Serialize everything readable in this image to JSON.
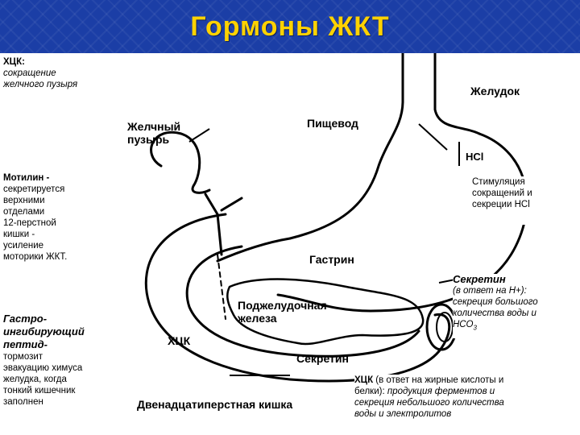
{
  "slide": {
    "title": "Гормоны ЖКТ",
    "colors": {
      "background": "#1b3ea6",
      "title": "#ffd200"
    }
  },
  "diagram_labels": {
    "stomach": "Желудок",
    "gallbladder_line1": "Желчный",
    "gallbladder_line2": "пузырь",
    "esophagus": "Пищевод",
    "hcl": "HCl",
    "gastrin": "Гастрин",
    "pancreas_line1": "Поджелудочная",
    "pancreas_line2": "железа",
    "cck": "ХЦК",
    "secretin": "Секретин",
    "duodenum": "Двенадцатиперстная кишка"
  },
  "notes": {
    "cck_top": {
      "title": "ХЦК:",
      "line1": "сокращение",
      "line2": "желчного пузыря"
    },
    "motilin": {
      "title": "Мотилин -",
      "lines": [
        "секретируется",
        "верхними",
        "отделами",
        "12-перстной",
        "кишки -",
        "усиление",
        "моторики ЖКТ."
      ]
    },
    "gip": {
      "title1": "Гастро-",
      "title2": "ингибирующий",
      "title3": "пептид-",
      "lines": [
        "тормозит",
        "эвакуацию химуса",
        "желудка, когда",
        "тонкий кишечник",
        "заполнен"
      ]
    },
    "gastrin_note": {
      "lines": [
        "Стимуляция",
        "сокращений и",
        "секреции HCl"
      ]
    },
    "secretin_note": {
      "title": "Секретин",
      "line1": "(в ответ на Н+):",
      "line2": "секреция большого",
      "line3": "количества воды и",
      "line4": "НСО",
      "line4_sub": "3"
    },
    "cck_bottom": {
      "line1_bold": "ХЦК",
      "line1_rest": "(в ответ на жирные кислоты и",
      "line2_start": "белки):",
      "line2_italic": "продукция ферментов и",
      "line3": "секреция небольшого количества",
      "line4": "воды и электролитов"
    }
  }
}
